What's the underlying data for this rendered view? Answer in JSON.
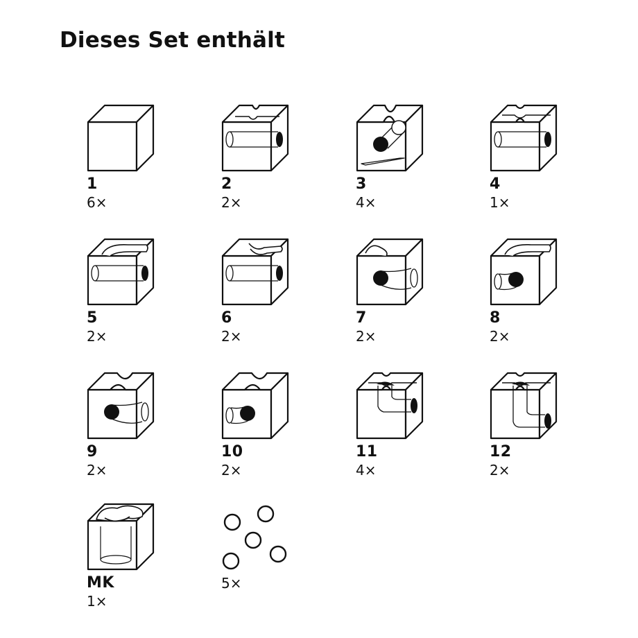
{
  "title": "Dieses Set enthält",
  "items": [
    {
      "number": "1",
      "quantity": "6×",
      "shape": "plain-cube-icon"
    },
    {
      "number": "2",
      "quantity": "2×",
      "shape": "straight-tunnel-cube-icon"
    },
    {
      "number": "3",
      "quantity": "4×",
      "shape": "diagonal-tunnel-cube-icon"
    },
    {
      "number": "4",
      "quantity": "1×",
      "shape": "cross-groove-cube-icon"
    },
    {
      "number": "5",
      "quantity": "2×",
      "shape": "curve-groove-tunnel-cube-icon"
    },
    {
      "number": "6",
      "quantity": "2×",
      "shape": "notch-groove-tunnel-cube-icon"
    },
    {
      "number": "7",
      "quantity": "2×",
      "shape": "curve-tunnel-cube-icon"
    },
    {
      "number": "8",
      "quantity": "2×",
      "shape": "curve-groove-bent-tunnel-cube-icon"
    },
    {
      "number": "9",
      "quantity": "2×",
      "shape": "u-groove-curve-tunnel-cube-icon"
    },
    {
      "number": "10",
      "quantity": "2×",
      "shape": "u-groove-bent-tunnel-cube-icon"
    },
    {
      "number": "11",
      "quantity": "4×",
      "shape": "drop-tunnel-cube-icon"
    },
    {
      "number": "12",
      "quantity": "2×",
      "shape": "deep-drop-tunnel-cube-icon"
    },
    {
      "number": "MK",
      "quantity": "1×",
      "shape": "funnel-cube-icon"
    },
    {
      "number": "",
      "quantity": "5×",
      "shape": "marbles-icon"
    }
  ]
}
